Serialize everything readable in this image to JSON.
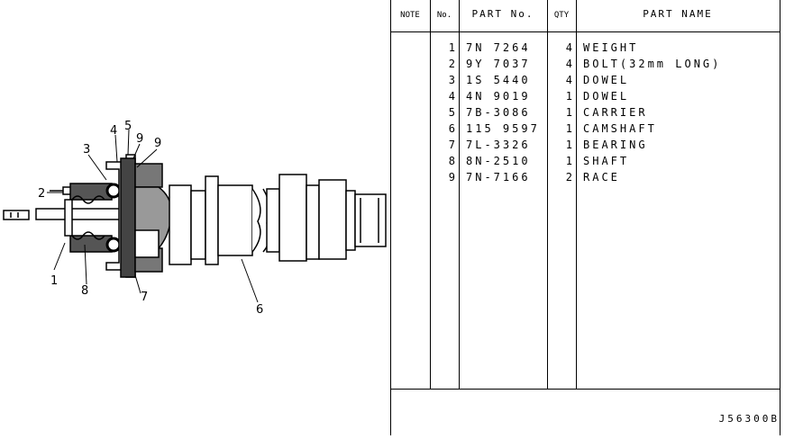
{
  "table": {
    "headers": {
      "note": "NOTE",
      "no": "No.",
      "part_no": "PART No.",
      "qty": "QTY",
      "part_name": "PART NAME"
    },
    "rows": [
      {
        "no": "1",
        "part_no": "7N 7264",
        "qty": "4",
        "name": "WEIGHT"
      },
      {
        "no": "2",
        "part_no": "9Y 7037",
        "qty": "4",
        "name": "BOLT(32mm LONG)"
      },
      {
        "no": "3",
        "part_no": "1S 5440",
        "qty": "4",
        "name": "DOWEL"
      },
      {
        "no": "4",
        "part_no": "4N 9019",
        "qty": "1",
        "name": "DOWEL"
      },
      {
        "no": "5",
        "part_no": "7B-3086",
        "qty": "1",
        "name": "CARRIER"
      },
      {
        "no": "6",
        "part_no": "115 9597",
        "qty": "1",
        "name": "CAMSHAFT"
      },
      {
        "no": "7",
        "part_no": "7L-3326",
        "qty": "1",
        "name": "BEARING"
      },
      {
        "no": "8",
        "part_no": "8N-2510",
        "qty": "1",
        "name": "SHAFT"
      },
      {
        "no": "9",
        "part_no": "7N-7166",
        "qty": "2",
        "name": "RACE"
      }
    ],
    "footer_code": "J56300B"
  },
  "drawing": {
    "callouts": [
      "1",
      "2",
      "3",
      "4",
      "5",
      "9",
      "9",
      "8",
      "7",
      "6"
    ]
  }
}
